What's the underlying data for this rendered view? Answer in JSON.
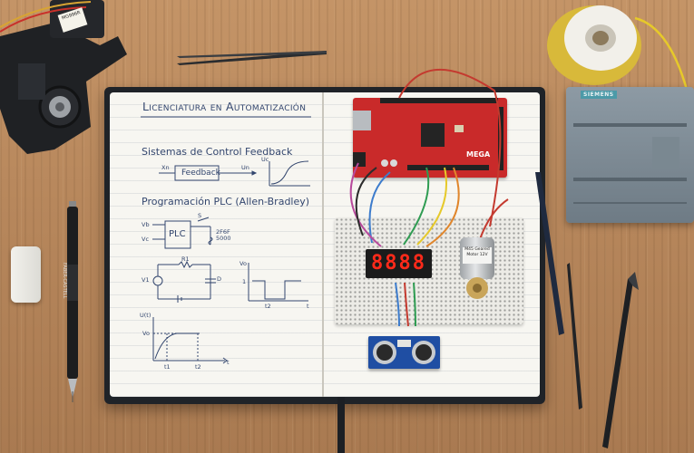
{
  "notebook": {
    "title": "Licenciatura en Automatización",
    "section_feedback": "Sistemas de Control Feedback",
    "section_plc": "Programación PLC (Allen-Bradley)",
    "feedback_block": "Feedback",
    "plc_block": "PLC",
    "feedback_labels": {
      "input": "Xn",
      "output": "Un",
      "graph_y": "Uc"
    },
    "plc_labels": {
      "in1": "Vb",
      "in2": "Vc",
      "switch": "S",
      "cap": "2F6F",
      "cap2": "5000"
    },
    "circuit_labels": {
      "resistor": "R1",
      "source": "V1",
      "load": "D",
      "graph_y": "Vo",
      "graph_val": "1",
      "graph_t": "t",
      "graph_t1": "t2"
    },
    "response_labels": {
      "y_axis": "U(t)",
      "y_level": "Vo",
      "t1": "t1",
      "t2": "t2",
      "x_axis": "t"
    }
  },
  "components": {
    "arduino_brand": "MEGA",
    "display_value": "8888",
    "motor_label": "M45 Geared Motor 12V",
    "plc_brand": "SIEMENS",
    "pencil_brand": "FABER-CASTELL",
    "servo_label": "MG996R"
  },
  "colors": {
    "wood": "#b7875c",
    "ink": "#33466e",
    "arduino_red": "#c92a2a",
    "display_red": "#ff2a1a",
    "plc_gray": "#7d8a94",
    "sensor_blue": "#1f4ea3",
    "wire_yellow": "#e6c92a"
  }
}
